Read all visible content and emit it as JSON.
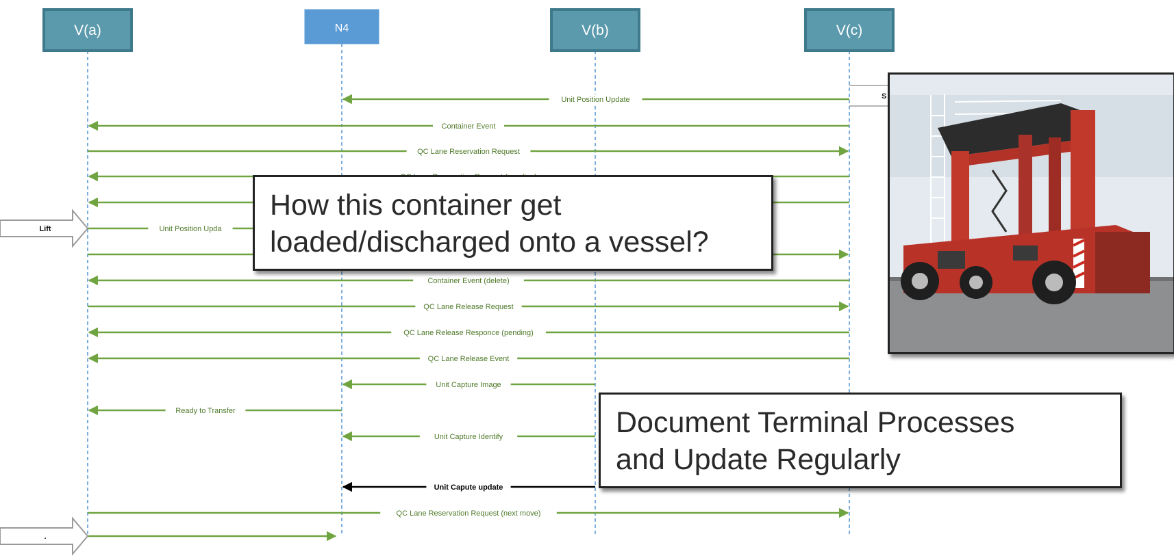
{
  "lifelines": [
    {
      "id": "va",
      "label": "V(a)",
      "style": "teal"
    },
    {
      "id": "n4",
      "label": "N4",
      "style": "blue"
    },
    {
      "id": "vb",
      "label": "V(b)",
      "style": "teal"
    },
    {
      "id": "vc",
      "label": "V(c)",
      "style": "teal"
    }
  ],
  "messages": [
    {
      "from": "vc",
      "to": "n4",
      "label": "Unit Position Update",
      "color": "green"
    },
    {
      "from": "vc",
      "to": "va",
      "label": "Container Event",
      "color": "green"
    },
    {
      "from": "va",
      "to": "vc",
      "label": "QC Lane Reservation Request",
      "color": "green"
    },
    {
      "from": "vc",
      "to": "va",
      "label": "QC Lane Reservation Request (pending)",
      "color": "green"
    },
    {
      "from": "vc",
      "to": "va",
      "label": "",
      "color": "green"
    },
    {
      "from": "va",
      "to": "n4",
      "label": "Unit Position Upda",
      "color": "green"
    },
    {
      "from": "va",
      "to": "vc",
      "label": "",
      "color": "green"
    },
    {
      "from": "vc",
      "to": "va",
      "label": "Container Event (delete)",
      "color": "green"
    },
    {
      "from": "va",
      "to": "vc",
      "label": "QC Lane Release Request",
      "color": "green"
    },
    {
      "from": "vc",
      "to": "va",
      "label": "QC Lane Release Responce (pending)",
      "color": "green"
    },
    {
      "from": "vc",
      "to": "va",
      "label": "QC Lane Release Event",
      "color": "green"
    },
    {
      "from": "vb",
      "to": "n4",
      "label": "Unit Capture Image",
      "color": "green"
    },
    {
      "from": "n4",
      "to": "va",
      "label": "Ready to Transfer",
      "color": "green"
    },
    {
      "from": "vb",
      "to": "n4",
      "label": "Unit Capture Identify",
      "color": "green"
    },
    {
      "from": "vb",
      "to": "n4",
      "label": "Unit Capute update",
      "color": "black"
    },
    {
      "from": "va",
      "to": "vc",
      "label": "QC Lane Reservation Request (next move)",
      "color": "green"
    },
    {
      "from": "va",
      "to": "n4",
      "label": "",
      "color": "green"
    }
  ],
  "external_arrows": [
    {
      "label": "Lift"
    },
    {
      "label": "."
    }
  ],
  "partial_label": "S",
  "callouts": {
    "question": {
      "line1": "How this container get",
      "line2": "loaded/discharged onto a vessel?"
    },
    "note": {
      "line1": "Document Terminal Processes",
      "line2": "and Update Regularly"
    }
  },
  "photo": {
    "subject": "straddle-carrier"
  },
  "colors": {
    "teal_header": "#5b9aad",
    "teal_border": "#3f7a8c",
    "blue_header": "#5b9bd5",
    "arrow_green": "#70a441",
    "lifeline": "#5b9bd5",
    "carrier_red": "#c0392b"
  }
}
